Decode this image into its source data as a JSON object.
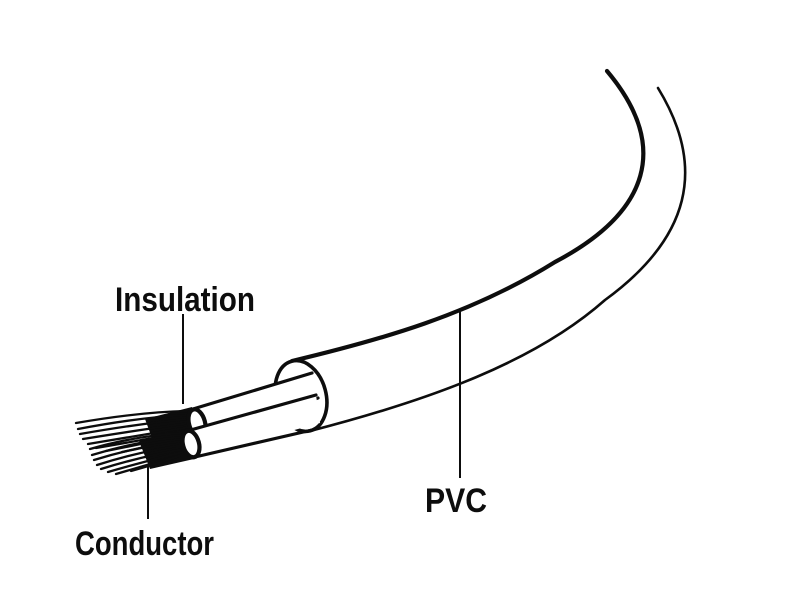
{
  "page": {
    "background_color": "#ffffff",
    "ink_color": "#0d0d0d",
    "description": "Line-art diagram of a stripped electrical cable end: outer PVC jacket cut open, two insulated wires protruding, bare stranded conductors exposed at the tips"
  },
  "diagram": {
    "type": "cable-anatomy",
    "labels": {
      "insulation": "Insulation",
      "conductor": "Conductor",
      "pvc": "PVC"
    }
  }
}
